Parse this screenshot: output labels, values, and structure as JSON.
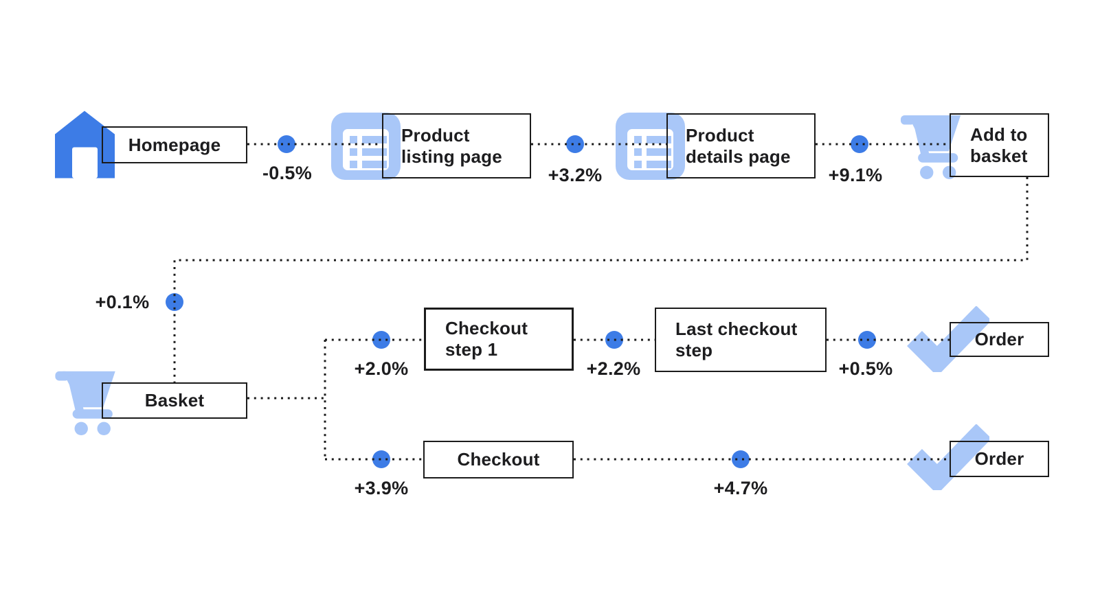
{
  "flow": {
    "colors": {
      "accent_blue": "#3D7CE6",
      "light_blue": "#A9C7F8",
      "line_black": "#1B1B1B",
      "background": "#FFFFFF"
    },
    "nodes": [
      {
        "id": "homepage",
        "label": "Homepage",
        "icon": "home-icon"
      },
      {
        "id": "product-listing-page",
        "label": "Product listing page",
        "icon": "list-icon"
      },
      {
        "id": "product-details-page",
        "label": "Product details page",
        "icon": "list-icon"
      },
      {
        "id": "add-to-basket",
        "label": "Add to basket",
        "icon": "cart-icon"
      },
      {
        "id": "basket",
        "label": "Basket",
        "icon": "cart-icon"
      },
      {
        "id": "checkout-step-1",
        "label": "Checkout step 1",
        "icon": null
      },
      {
        "id": "last-checkout-step",
        "label": "Last checkout step",
        "icon": null
      },
      {
        "id": "order-top",
        "label": "Order",
        "icon": "check-icon"
      },
      {
        "id": "checkout",
        "label": "Checkout",
        "icon": null
      },
      {
        "id": "order-bottom",
        "label": "Order",
        "icon": "check-icon"
      }
    ],
    "edges": [
      {
        "from": "homepage",
        "to": "product-listing-page",
        "delta": "-0.5%"
      },
      {
        "from": "product-listing-page",
        "to": "product-details-page",
        "delta": "+3.2%"
      },
      {
        "from": "product-details-page",
        "to": "add-to-basket",
        "delta": "+9.1%"
      },
      {
        "from": "add-to-basket",
        "to": "basket",
        "delta": "+0.1%"
      },
      {
        "from": "basket",
        "to": "checkout-step-1",
        "delta": "+2.0%"
      },
      {
        "from": "checkout-step-1",
        "to": "last-checkout-step",
        "delta": "+2.2%"
      },
      {
        "from": "last-checkout-step",
        "to": "order-top",
        "delta": "+0.5%"
      },
      {
        "from": "basket",
        "to": "checkout",
        "delta": "+3.9%"
      },
      {
        "from": "checkout",
        "to": "order-bottom",
        "delta": "+4.7%"
      }
    ]
  }
}
